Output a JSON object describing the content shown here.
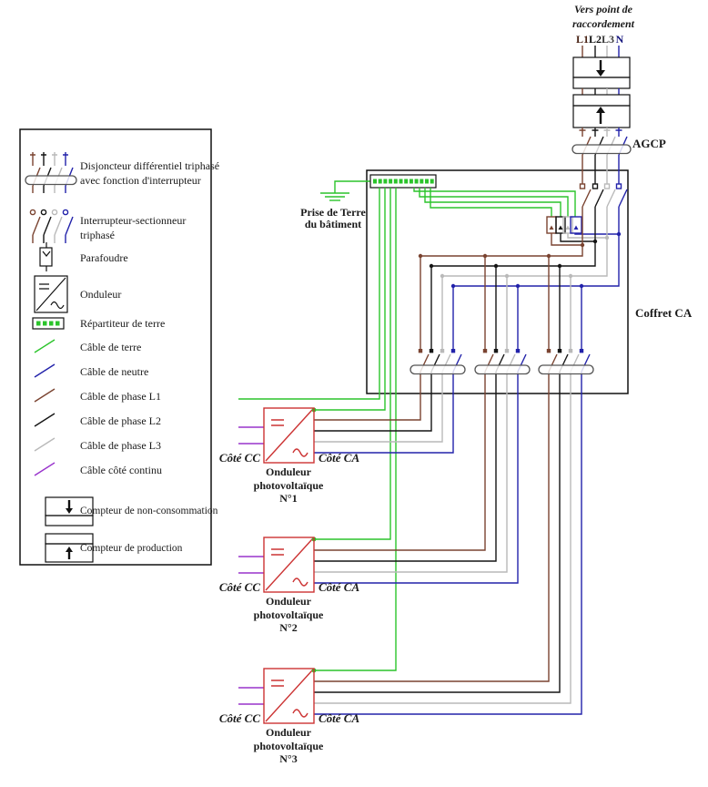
{
  "colors": {
    "phase_l1_brown": "#7a4330",
    "phase_l2_black": "#151515",
    "phase_l3_gray": "#b9b9b9",
    "neutral_blue": "#2222aa",
    "earth_green": "#2bc42b",
    "dc_purple": "#9933cc",
    "inverter_red": "#cc3333"
  },
  "legend": {
    "items": [
      {
        "id": "disjoncteur",
        "label_lines": [
          "Disjoncteur différentiel triphasé",
          "avec fonction d'interrupteur"
        ]
      },
      {
        "id": "interrupteur",
        "label_lines": [
          "Interrupteur-sectionneur",
          "triphasé"
        ]
      },
      {
        "id": "parafoudre",
        "label_lines": [
          "Parafoudre"
        ]
      },
      {
        "id": "onduleur",
        "label_lines": [
          "Onduleur"
        ]
      },
      {
        "id": "repartiteur",
        "label_lines": [
          "Répartiteur de terre"
        ]
      },
      {
        "id": "cable-terre",
        "label_lines": [
          "Câble de terre"
        ]
      },
      {
        "id": "cable-neutre",
        "label_lines": [
          "Câble de neutre"
        ]
      },
      {
        "id": "cable-phase-l1",
        "label_lines": [
          "Câble de phase L1"
        ]
      },
      {
        "id": "cable-phase-l2",
        "label_lines": [
          "Câble de phase L2"
        ]
      },
      {
        "id": "cable-phase-l3",
        "label_lines": [
          "Câble de phase L3"
        ]
      },
      {
        "id": "cable-continu",
        "label_lines": [
          "Câble côté continu"
        ]
      },
      {
        "id": "compteur-non-conso",
        "label_lines": [
          "Compteur de non-consommation"
        ]
      },
      {
        "id": "compteur-prod",
        "label_lines": [
          "Compteur de production"
        ]
      }
    ]
  },
  "top": {
    "direction_lines": [
      "Vers point de",
      "raccordement"
    ],
    "conductors": [
      "L1",
      "L2",
      "L3",
      "N"
    ],
    "agcp": "AGCP"
  },
  "coffret_label": "Coffret CA",
  "earth": {
    "lines": [
      "Prise de Terre",
      "du bâtiment"
    ]
  },
  "inverters": [
    {
      "cc": "Côté CC",
      "ca": "Côté CA",
      "name": [
        "Onduleur",
        "photovoltaïque",
        "N°1"
      ]
    },
    {
      "cc": "Côté CC",
      "ca": "Côté CA",
      "name": [
        "Onduleur",
        "photovoltaïque",
        "N°2"
      ]
    },
    {
      "cc": "Côté CC",
      "ca": "Côté CA",
      "name": [
        "Onduleur",
        "photovoltaïque",
        "N°3"
      ]
    }
  ]
}
